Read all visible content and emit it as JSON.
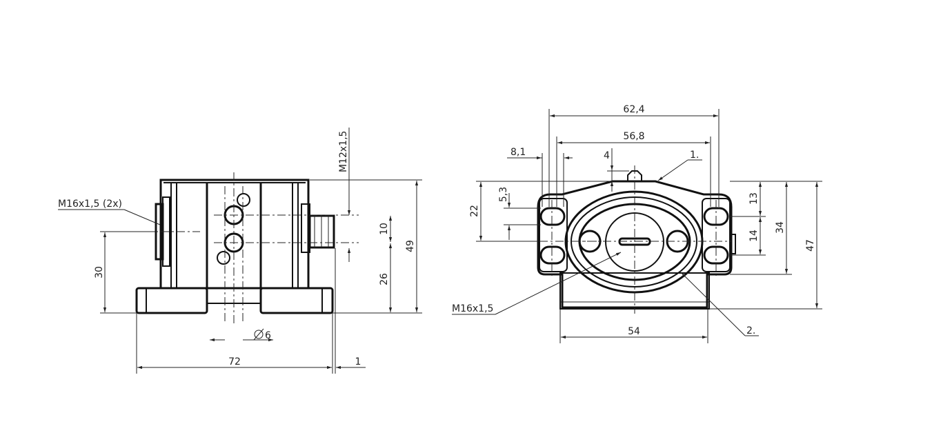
{
  "side_view": {
    "labels": {
      "thread_side": "M16x1,5 (2x)",
      "thread_top": "M12x1,5",
      "dim_30": "30",
      "dim_10": "10",
      "dim_26": "26",
      "dim_49": "49",
      "dim_dia6": "6",
      "dim_72": "72",
      "dim_1": "1"
    }
  },
  "front_view": {
    "labels": {
      "dim_62_4": "62,4",
      "dim_56_8": "56,8",
      "dim_8_1": "8,1",
      "dim_4": "4",
      "callout_1": "1.",
      "dim_22": "22",
      "dim_5_3": "5,3",
      "dim_13": "13",
      "dim_34": "34",
      "dim_47": "47",
      "dim_14": "14",
      "thread_front": "M16x1,5",
      "dim_54": "54",
      "callout_2": "2."
    }
  }
}
